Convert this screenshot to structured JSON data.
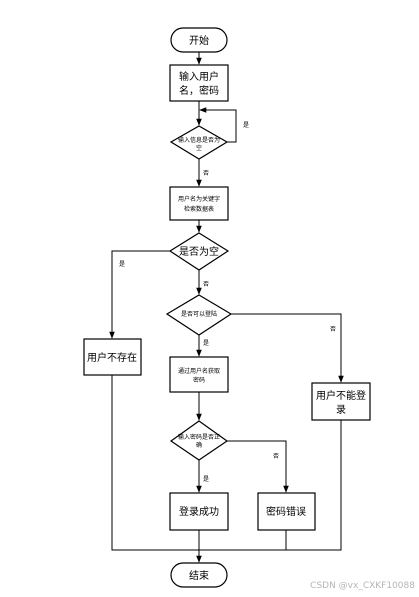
{
  "nodes": {
    "start": "开始",
    "input": [
      "输入用户",
      "名，密码"
    ],
    "check_empty": [
      "输入信息是否为",
      "空"
    ],
    "search": [
      "用户名为关键字",
      "检索数据表"
    ],
    "is_empty": "是否为空",
    "user_not_exist": "用户不存在",
    "can_login": "是否可以登陆",
    "get_password": [
      "通过用户名获取",
      "密码"
    ],
    "cannot_login": [
      "用户不能登",
      "录"
    ],
    "password_correct": [
      "输入密码是否正",
      "确"
    ],
    "login_success": "登录成功",
    "password_error": "密码错误",
    "end": "结束"
  },
  "edge_labels": {
    "yes": "是",
    "no": "否"
  },
  "watermark": "CSDN @vx_CXKF10088"
}
